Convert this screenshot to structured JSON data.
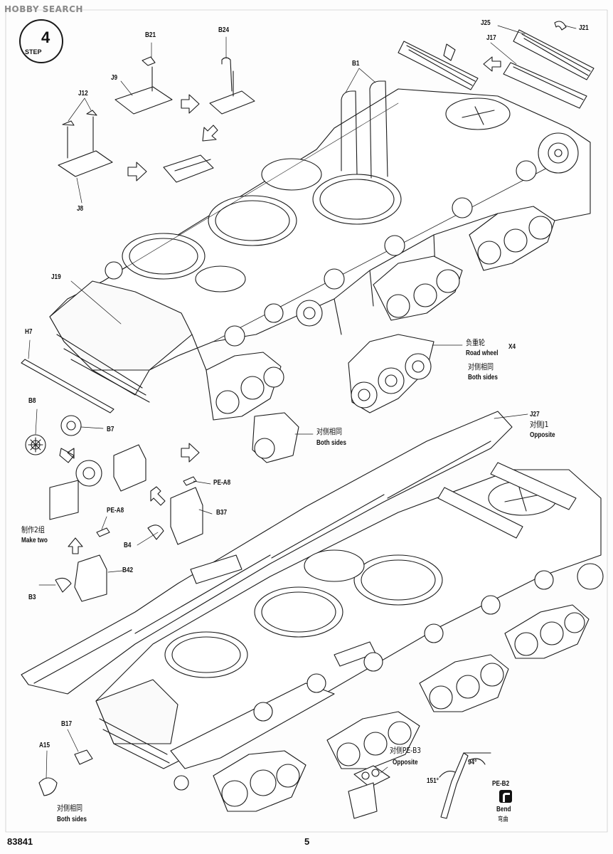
{
  "watermark": "HOBBY SEARCH",
  "step": {
    "label": "STEP",
    "number": "4"
  },
  "labels": {
    "b21": "B21",
    "b24": "B24",
    "j9": "J9",
    "j12": "J12",
    "j8": "J8",
    "j25": "J25",
    "j21": "J21",
    "j17": "J17",
    "b1": "B1",
    "j19": "J19",
    "h7": "H7",
    "b8": "B8",
    "b7": "B7",
    "road_wheel_cn": "负重轮",
    "road_wheel_x4": "X4",
    "road_wheel_en": "Road wheel",
    "both_sides_cn_1": "对侧相同",
    "both_sides_en_1": "Both sides",
    "both_sides_cn_2": "对侧相同",
    "both_sides_en_2": "Both sides",
    "j27": "J27",
    "j1_opposite_cn": "对侧J1",
    "j1_opposite_en": "Opposite",
    "pe_a8_1": "PE-A8",
    "b37": "B37",
    "pe_a8_2": "PE-A8",
    "make_two_cn": "制作2组",
    "make_two_en": "Make two",
    "b4": "B4",
    "b42": "B42",
    "b3": "B3",
    "b17": "B17",
    "a15": "A15",
    "pe_b3_cn": "对侧PE-B3",
    "pe_b3_en": "Opposite",
    "angle_151": "151°",
    "angle_94": "94°",
    "pe_b2": "PE-B2",
    "bend_en": "Bend",
    "bend_cn": "弯曲",
    "both_sides_cn_3": "对侧相同",
    "both_sides_en_3": "Both sides"
  },
  "footer": {
    "code": "83841",
    "page": "5"
  }
}
